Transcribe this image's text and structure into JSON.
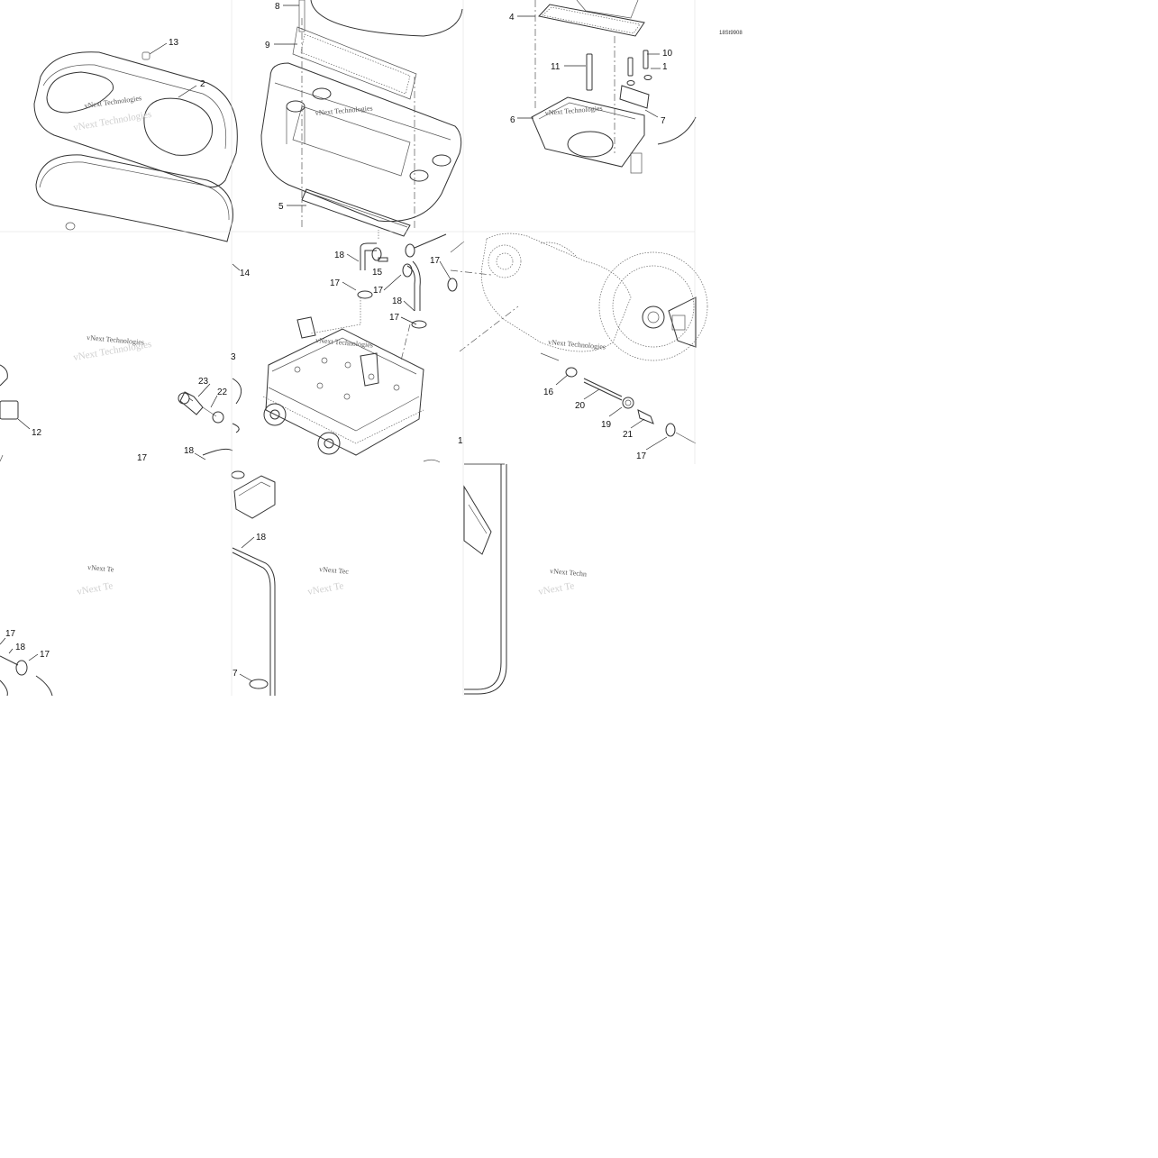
{
  "drawing_code": "18St9908",
  "watermark": "vNext Technologies",
  "watermark_partial": "vNext Te",
  "watermark_partial_2": "vNext Tec",
  "watermark_partial_3": "vNext Techn",
  "callouts": {
    "c1a": "1",
    "c1b": "1",
    "c2": "2",
    "c3": "3",
    "c4": "4",
    "c5": "5",
    "c6": "6",
    "c7a": "7",
    "c7b": "7",
    "c8": "8",
    "c9": "9",
    "c10": "10",
    "c11": "11",
    "c12": "12",
    "c13": "13",
    "c14": "14",
    "c15": "15",
    "c16": "16",
    "c17a": "17",
    "c17b": "17",
    "c17c": "17",
    "c17d": "17",
    "c17e": "17",
    "c17f": "17",
    "c17g": "17",
    "c17h": "17",
    "c18a": "18",
    "c18b": "18",
    "c18c": "18",
    "c18d": "18",
    "c18e": "18",
    "c19": "19",
    "c20": "20",
    "c21": "21",
    "c22": "22",
    "c23": "23"
  }
}
